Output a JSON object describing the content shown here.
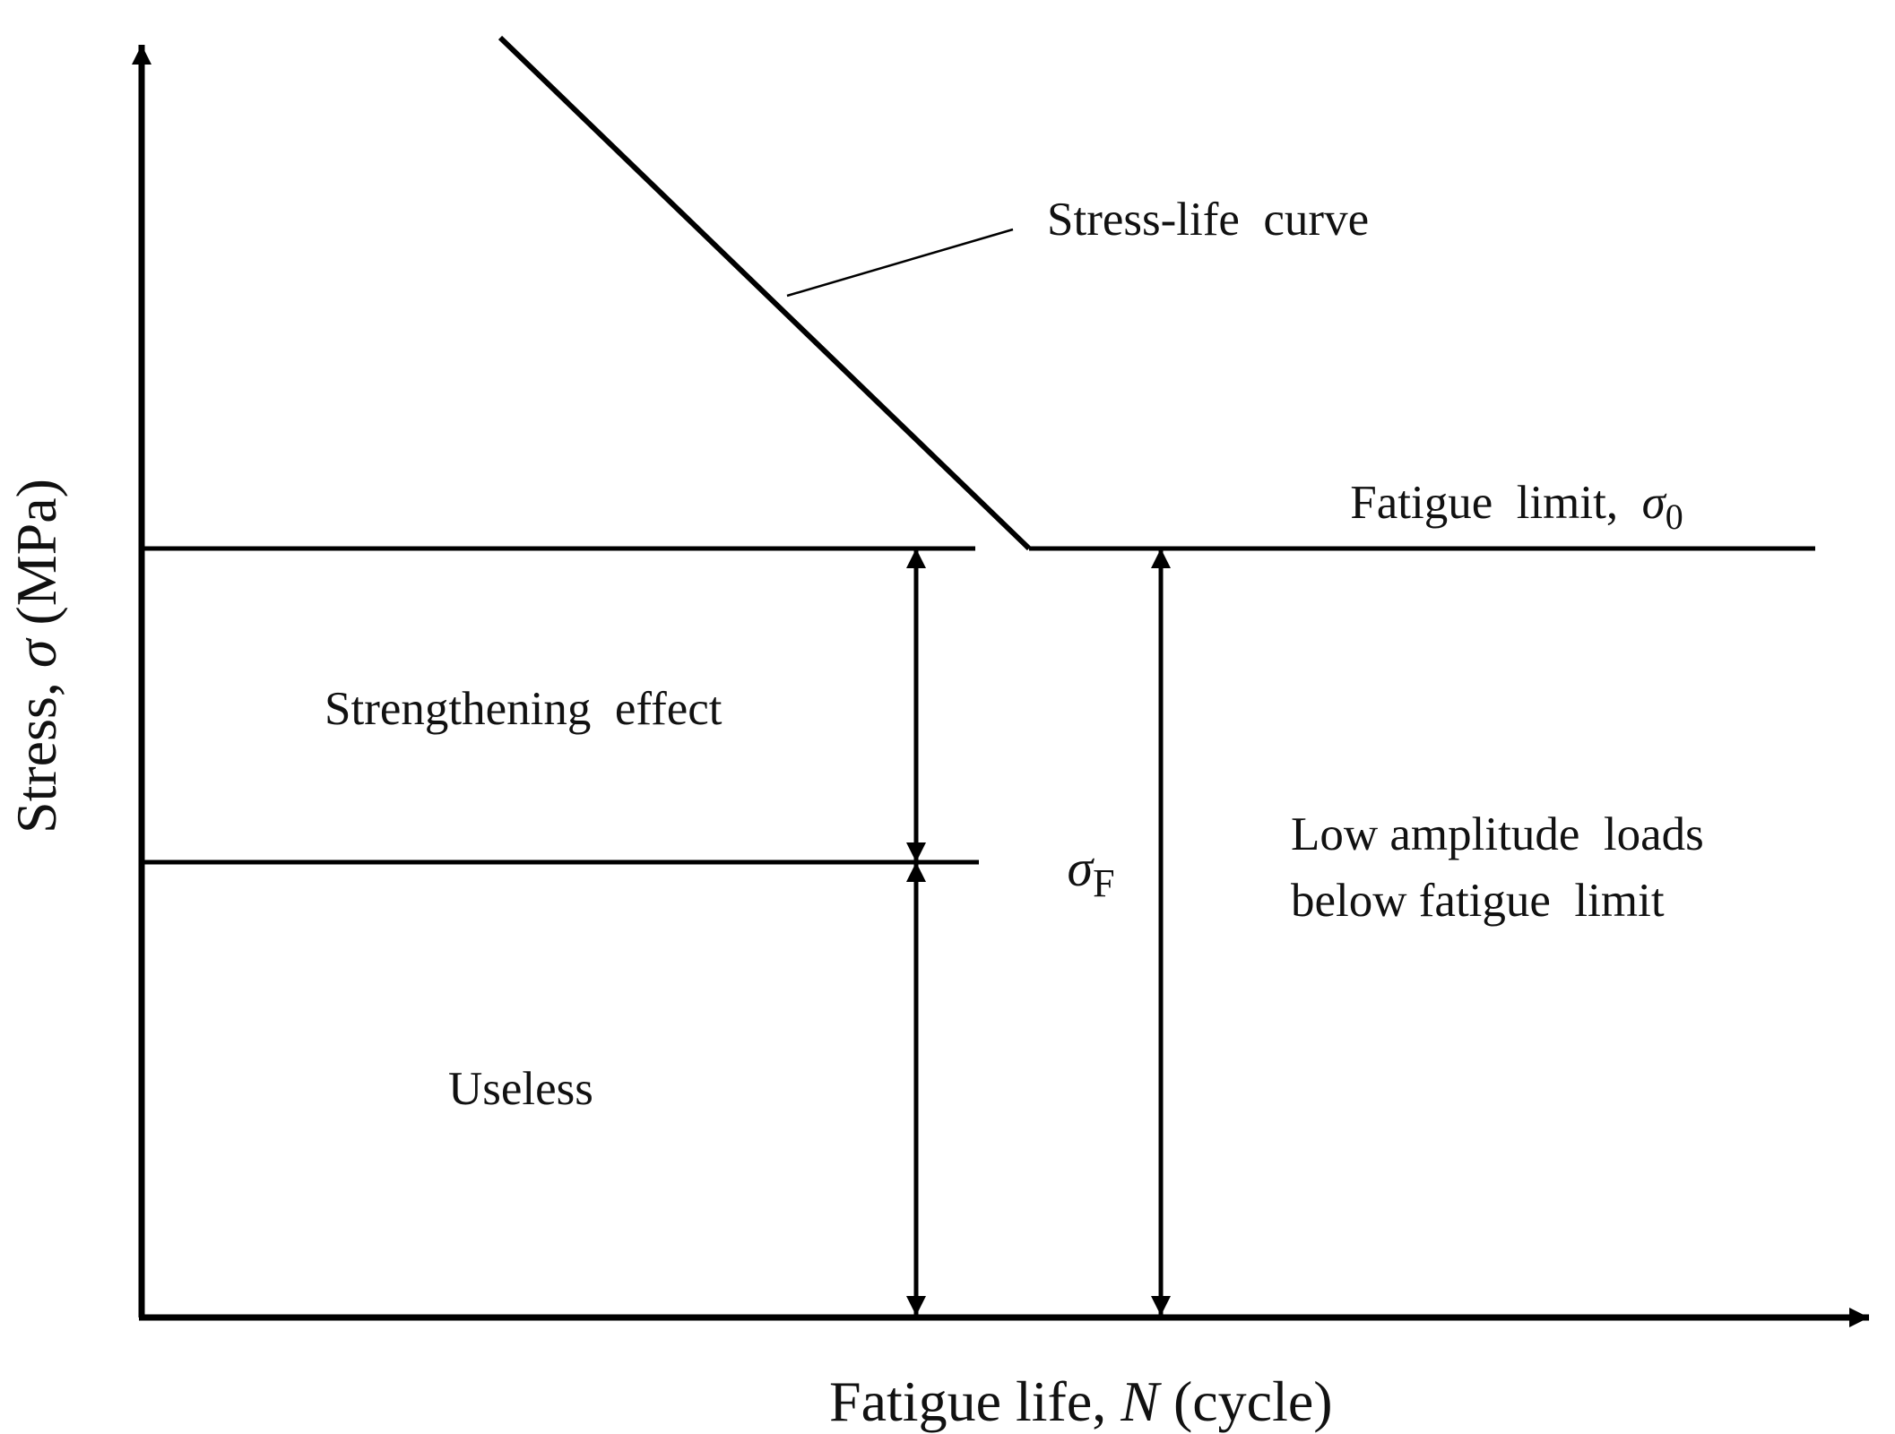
{
  "axes": {
    "x_label": {
      "prefix": "Fatigue life, ",
      "symbol": "N",
      "suffix": " (cycle)"
    },
    "y_label": {
      "prefix": "Stress, ",
      "symbol": "σ",
      "suffix": " (MPa)"
    }
  },
  "annotations": {
    "curve_label": "Stress-life  curve",
    "fatigue_limit": {
      "text": "Fatigue  limit,  ",
      "symbol": "σ",
      "subscript": "0"
    },
    "strengthening_label": "Strengthening  effect",
    "sigma_f": {
      "symbol": "σ",
      "subscript": "F"
    },
    "useless_label": "Useless",
    "low_amplitude_lines": [
      "Low amplitude  loads",
      "below fatigue  limit"
    ]
  },
  "colors": {
    "line": "#000000",
    "text": "#111111",
    "background": "#ffffff"
  }
}
